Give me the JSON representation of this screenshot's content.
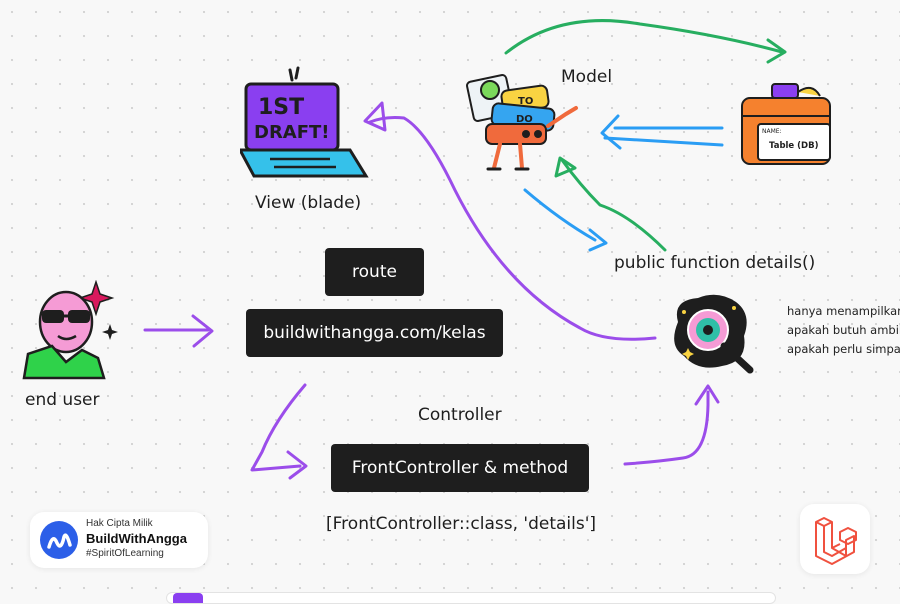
{
  "nodes": {
    "view_label": "View (blade)",
    "model_label": "Model",
    "end_user_label": "end user",
    "route_label": "route",
    "url_label": "buildwithangga.com/kelas",
    "controller_label": "Controller",
    "controller_box_label": "FrontController & method",
    "controller_ref": "[FrontController::class, 'details']",
    "public_function_label": "public function details()",
    "table_label": "Table (DB)",
    "table_name_tag": "NAME:",
    "laptop_text_line1": "1ST",
    "laptop_text_line2": "DRAFT!",
    "todo_text_line1": "TO",
    "todo_text_line2": "DO"
  },
  "notes": [
    "hanya menampilkan",
    "apakah butuh ambil",
    "apakah perlu simpan"
  ],
  "brand": {
    "copyright": "Hak Cipta Milik",
    "name": "BuildWithAngga",
    "tagline": "#SpiritOfLearning"
  },
  "colors": {
    "arrow_purple": "#9b4dea",
    "arrow_green": "#27ae60",
    "arrow_blue": "#2a9df4",
    "box_dark": "#1e1e1e",
    "brand_blue": "#2c5fe8",
    "laravel_red": "#f0513f"
  }
}
